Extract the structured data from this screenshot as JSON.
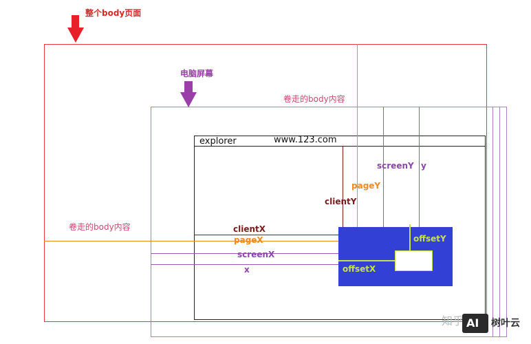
{
  "labels": {
    "whole_body_page": "整个body页面",
    "computer_screen": "电脑屏幕",
    "scrolled_body_top": "卷走的body内容",
    "scrolled_body_left": "卷走的body内容",
    "explorer": "explorer",
    "url": "www.123.com",
    "screenY": "screenY",
    "y": "y",
    "pageY": "pageY",
    "clientY": "clientY",
    "clientX": "clientX",
    "pageX": "pageX",
    "screenX": "screenX",
    "x": "x",
    "offsetY": "offsetY",
    "offsetX": "offsetX",
    "watermark_zhihu": "知乎",
    "watermark_site": "树叶云",
    "watermark_ai": "AI"
  },
  "colors": {
    "body_page": "#e8383d",
    "screen": "#9b59b6",
    "scrolled": "#d46a9a",
    "pageXY": "#f08a24",
    "clientXY": "#7a1c1c",
    "screenXY": "#8e44ad",
    "element": "#3340d6",
    "offset": "#c6e24a"
  }
}
